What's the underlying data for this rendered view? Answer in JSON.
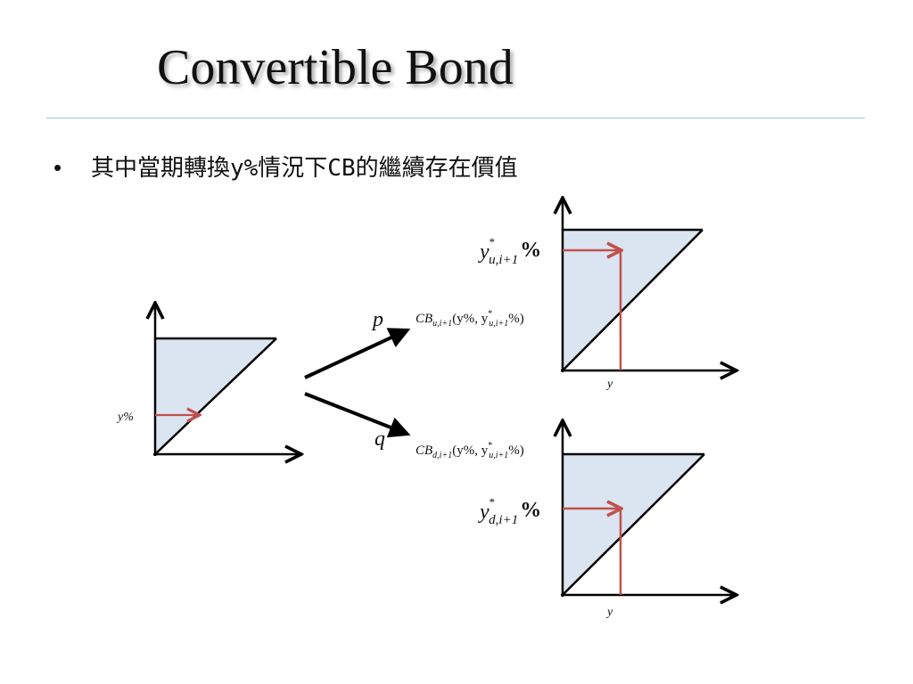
{
  "slide": {
    "title": "Convertible Bond",
    "bullet": "其中當期轉換y%情況下CB的繼續存在價值"
  },
  "diagram": {
    "left_label": "y%",
    "branch_up_prob": "p",
    "branch_down_prob": "q",
    "cb_up": {
      "base": "CB",
      "sub": "u,i+1",
      "args_open": "(y%, y",
      "star": "*",
      "arg_sub": "u,i+1",
      "args_close": "%)"
    },
    "cb_down": {
      "base": "CB",
      "sub": "d,i+1",
      "args_open": "(y%, y",
      "star": "*",
      "arg_sub": "u,i+1",
      "args_close": "%)"
    },
    "up_threshold": {
      "base": "y",
      "star": "*",
      "sub": "u,i+1",
      "pct": "%"
    },
    "down_threshold": {
      "base": "y",
      "star": "*",
      "sub": "d,i+1",
      "pct": "%"
    },
    "up_axis_label": "y",
    "down_axis_label": "y",
    "colors": {
      "region_fill": "#dbe5f1",
      "red_arrow": "#c0504d",
      "axis": "#000000"
    }
  }
}
